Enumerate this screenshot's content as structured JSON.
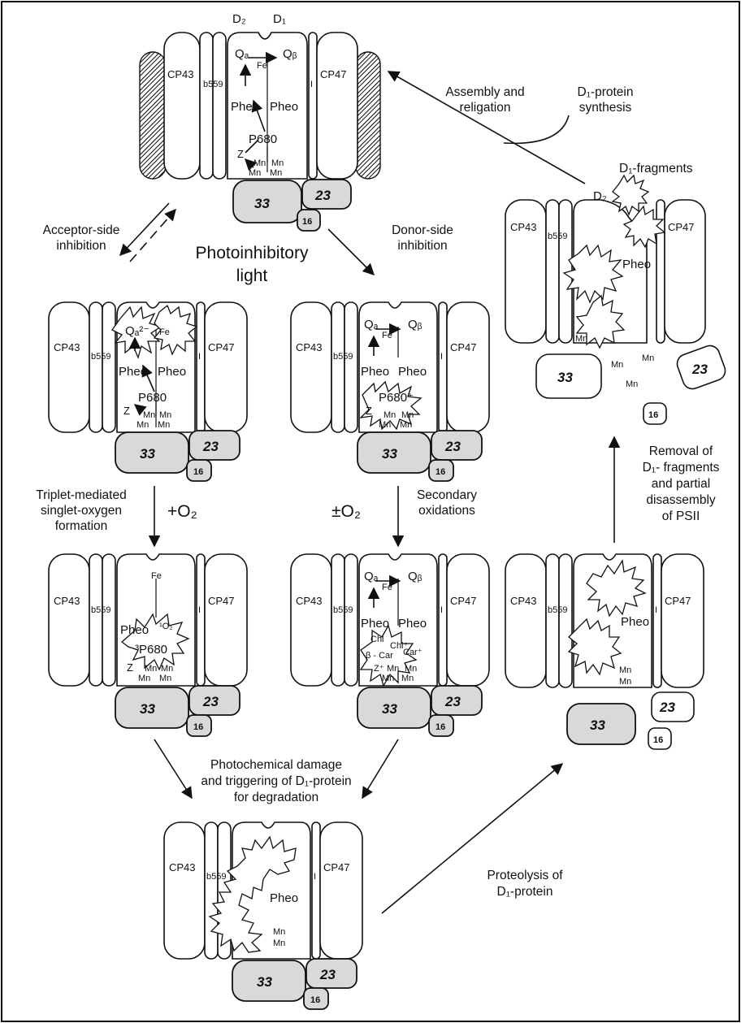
{
  "captions": {
    "photoinhibitory": "Photoinhibitory",
    "light": "light",
    "acceptor_1": "Acceptor-side",
    "acceptor_2": "inhibition",
    "donor_1": "Donor-side",
    "donor_2": "inhibition",
    "assembly_1": "Assembly and",
    "assembly_2": "religation",
    "d1synth_1": "D₁-protein",
    "d1synth_2": "synthesis",
    "triplet_1": "Triplet-mediated",
    "triplet_2": "singlet-oxygen",
    "triplet_3": "formation",
    "plus_o2": "+O₂",
    "pm_o2": "±O₂",
    "secondary_1": "Secondary",
    "secondary_2": "oxidations",
    "photochem_1": "Photochemical damage",
    "photochem_2": "and triggering of D₁-protein",
    "photochem_3": "for degradation",
    "proteolysis_1": "Proteolysis of",
    "proteolysis_2": "D₁-protein",
    "removal_1": "Removal of",
    "removal_2": "D₁- fragments",
    "removal_3": "and partial",
    "removal_4": "disassembly",
    "removal_5": "of PSII",
    "d1_fragments": "D₁-fragments"
  },
  "labels": {
    "cp43": "CP43",
    "cp47": "CP47",
    "b559": "b559",
    "i": "I",
    "d1": "D₁",
    "d2": "D₂",
    "qa": "Qₐ",
    "qb": "Qᵦ",
    "qa_reduced": "Qₐ²⁻",
    "fe": "Fe",
    "pheo": "Pheo",
    "p680": "P680",
    "p680_plus": "P680⁺",
    "p680_triplet": "³P680",
    "z": "Z",
    "mn": "Mn",
    "singlet_o2": "¹O₂",
    "chl": "Chl",
    "chl_plus": "Chl⁺",
    "beta_car": "β - Car",
    "car_plus": "Car⁺",
    "z_plus": "Z⁺",
    "ext33": "33",
    "ext23": "23",
    "ext16": "16"
  },
  "colors": {
    "ink": "#111111",
    "extrinsic_fill": "#d9d9d9",
    "background": "#ffffff"
  }
}
